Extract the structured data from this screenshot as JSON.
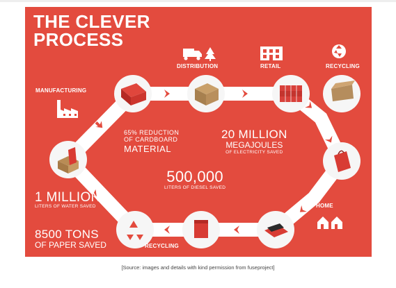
{
  "colors": {
    "background": "#e34b3e",
    "path": "#ffffff",
    "node_fill": "#f6f6f6",
    "text": "#ffffff",
    "caption": "#444444"
  },
  "title": {
    "line1": "THE CLEVER",
    "line2": "PROCESS"
  },
  "stages": {
    "manufacturing": {
      "label": "MANUFACTURING",
      "icon": "factory-icon"
    },
    "distribution": {
      "label": "DISTRIBUTION",
      "icon": "truck-tree-icon"
    },
    "retail": {
      "label": "RETAIL",
      "icon": "store-icon"
    },
    "recycling_top": {
      "label": "RECYCLING",
      "icon": "recycle-icon"
    },
    "home": {
      "label": "HOME",
      "icon": "houses-icon"
    },
    "recycling_bottom": {
      "label": "RECYCLING",
      "icon": "recycle-icon"
    }
  },
  "stats": {
    "cardboard": {
      "line1": "65% REDUCTION",
      "line2": "OF CARDBOARD",
      "line3": "MATERIAL"
    },
    "electricity": {
      "line1": "20 MILLION",
      "line2": "MEGAJOULES",
      "line3": "OF ELECTRICITY SAVED"
    },
    "diesel": {
      "line1": "500,000",
      "line2": "LITERS OF DIESEL SAVED"
    },
    "water": {
      "line1": "1 MILLION",
      "line2": "LITERS OF WATER SAVED"
    },
    "paper": {
      "line1": "8500 TONS",
      "line2": "OF PAPER SAVED"
    }
  },
  "caption": "[Source: images and details with kind permission from fuseproject]"
}
